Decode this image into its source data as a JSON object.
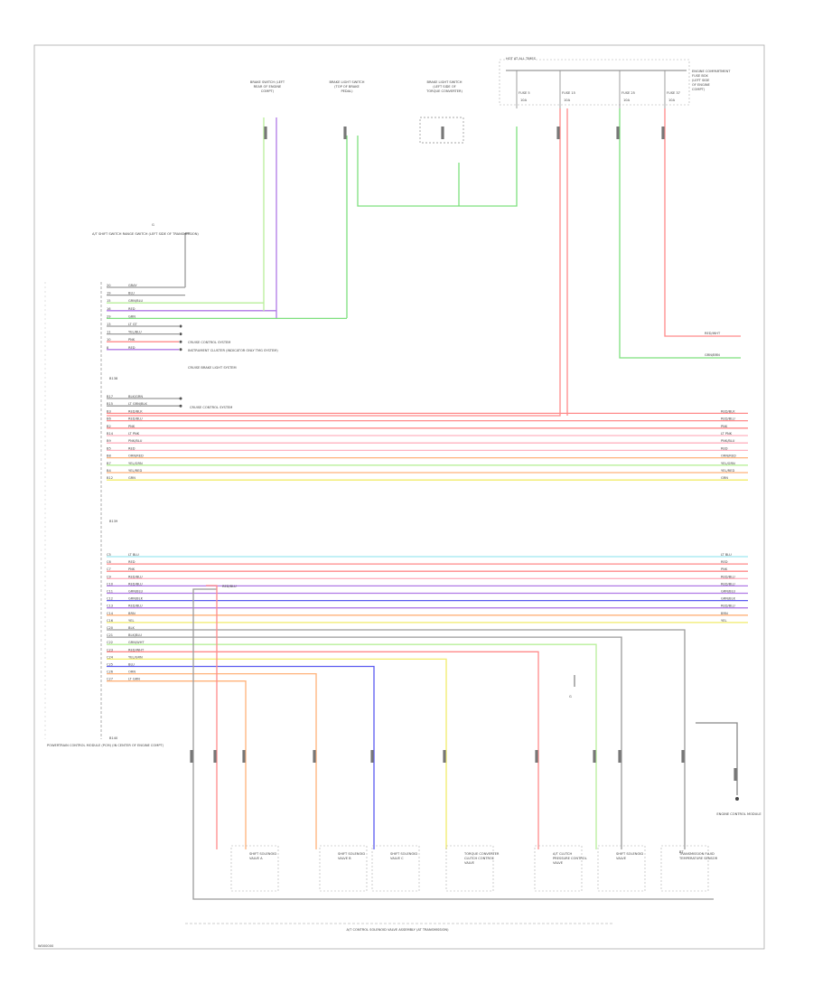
{
  "page": {
    "id_label": "W000000"
  },
  "colors": {
    "red": "#ff8a8a",
    "pink": "#ffb3c1",
    "green": "#7ee07e",
    "lightgreen": "#b8ef9a",
    "violet": "#b07ae6",
    "blue": "#5a5af0",
    "cyan": "#9de8f0",
    "yellow": "#f2ec6a",
    "orange": "#ffb27a",
    "gray": "#9a9a9a",
    "black": "#444444"
  },
  "fuse_box": {
    "title": "HOT AT ALL TIMES",
    "fuses": [
      {
        "name": "FUSE 5",
        "rating": "10A"
      },
      {
        "name": "FUSE 15",
        "rating": "10A"
      },
      {
        "name": "FUSE 25",
        "rating": "10A"
      },
      {
        "name": "FUSE 37",
        "rating": "10A"
      }
    ],
    "side_label": "ENGINE COMPARTMENT FUSE BOX (LEFT SIDE OF ENGINE COMPT)"
  },
  "top_components": [
    {
      "label": "BRAKE SWITCH (LEFT REAR OF ENGINE COMPT)"
    },
    {
      "label": "BRAKE LIGHT SWITCH (TOP OF BRAKE PEDAL)"
    },
    {
      "label": "BRAKE LIGHT SWITCH (LEFT SIDE OF TORQUE CONVERTER)"
    }
  ],
  "g_label": "G",
  "aux_connector": {
    "label": "A/T SHIFT SWITCH RANGE SWITCH (LEFT SIDE OF TRANSMISSION)"
  },
  "module": {
    "label": "POWERTRAIN CONTROL MODULE (PCM) (IN CENTER OF ENGINE COMPT)",
    "connectors": [
      "B138",
      "B139",
      "B140"
    ]
  },
  "annotations": {
    "cruise1": "CRUISE CONTROL SYSTEM",
    "instrument": "INSTRUMENT CLUSTER (INDICATOR ONLY TMG SYSTEM)",
    "cruise_brake": "CRUISE BRAKE LIGHT SYSTEM",
    "cruise2": "CRUISE CONTROL SYSTEM"
  },
  "wires_group1": [
    {
      "pin": "20",
      "color": "GRAY",
      "code": "gray"
    },
    {
      "pin": "19",
      "color": "BLU",
      "code": "gray"
    },
    {
      "pin": "15",
      "color": "GRN/BLU",
      "code": "lightgreen"
    },
    {
      "pin": "16",
      "color": "RED",
      "code": "violet"
    },
    {
      "pin": "29",
      "color": "GRN",
      "code": "green"
    },
    {
      "pin": "13",
      "color": "LT GT",
      "code": "gray"
    },
    {
      "pin": "11",
      "color": "YEL/BLU",
      "code": "gray"
    },
    {
      "pin": "10",
      "color": "PNK",
      "code": "red"
    },
    {
      "pin": "8",
      "color": "RED",
      "code": "violet"
    }
  ],
  "wires_group2": [
    {
      "pin": "B17",
      "color": "BLK/GRN",
      "code": "gray"
    },
    {
      "pin": "B15",
      "color": "LT GRN/BLK",
      "code": "gray"
    },
    {
      "pin": "B3",
      "color": "RED/BLK",
      "code": "red",
      "end": "RED/BLK"
    },
    {
      "pin": "B6",
      "color": "RED/BLU",
      "code": "red",
      "end": "RED/BLU"
    },
    {
      "pin": "B2",
      "color": "PNK",
      "code": "red",
      "end": "PNK"
    },
    {
      "pin": "B14",
      "color": "LT PNK",
      "code": "pink",
      "end": "LT PNK"
    },
    {
      "pin": "B9",
      "color": "PNK/BLU",
      "code": "pink",
      "end": "PNK/BLU"
    },
    {
      "pin": "B5",
      "color": "RED",
      "code": "pink",
      "end": "RED"
    },
    {
      "pin": "B8",
      "color": "ORN/RED",
      "code": "orange",
      "end": "ORN/RED"
    },
    {
      "pin": "B7",
      "color": "YEL/GRN",
      "code": "lightgreen",
      "end": "YEL/GRN"
    },
    {
      "pin": "B4",
      "color": "YEL/RED",
      "code": "orange",
      "end": "YEL/RED"
    },
    {
      "pin": "B12",
      "color": "GRN",
      "code": "yellow",
      "end": "GRN"
    }
  ],
  "wires_group3": [
    {
      "pin": "C5",
      "color": "LT BLU",
      "code": "cyan",
      "end": "LT BLU"
    },
    {
      "pin": "C6",
      "color": "RED",
      "code": "red",
      "end": "RED"
    },
    {
      "pin": "C7",
      "color": "PNK",
      "code": "red",
      "end": "PNK"
    },
    {
      "pin": "C9",
      "color": "RED/BLU",
      "code": "pink",
      "end": "RED/BLU"
    },
    {
      "pin": "C10",
      "color": "RED/BLU",
      "code": "violet",
      "end": "RED/BLU"
    },
    {
      "pin": "C11",
      "color": "GRN/BLU",
      "code": "violet",
      "end": "GRN/BLU"
    },
    {
      "pin": "C12",
      "color": "GRN/BLK",
      "code": "blue",
      "end": "GRN/BLK"
    },
    {
      "pin": "C13",
      "color": "RED/BLU",
      "code": "violet",
      "end": "RED/BLU"
    },
    {
      "pin": "C14",
      "color": "BRN",
      "code": "orange",
      "end": "BRN"
    },
    {
      "pin": "C16",
      "color": "YEL",
      "code": "yellow",
      "end": "YEL"
    },
    {
      "pin": "C20",
      "color": "BLK",
      "code": "gray"
    },
    {
      "pin": "C21",
      "color": "BLK/BLU",
      "code": "gray"
    },
    {
      "pin": "C22",
      "color": "GRN/WHT",
      "code": "lightgreen"
    },
    {
      "pin": "C23",
      "color": "RED/WHT",
      "code": "red"
    },
    {
      "pin": "C24",
      "color": "YEL/GRN",
      "code": "yellow"
    },
    {
      "pin": "C25",
      "color": "BLU",
      "code": "blue"
    },
    {
      "pin": "C26",
      "color": "ORN",
      "code": "orange"
    },
    {
      "pin": "C27",
      "color": "LT GRN",
      "code": "orange"
    }
  ],
  "bottom_components": [
    {
      "label": "SHIFT SOLENOID VALVE A"
    },
    {
      "label": "SHIFT SOLENOID VALVE B"
    },
    {
      "label": "SHIFT SOLENOID VALVE C"
    },
    {
      "label": "TORQUE CONVERTER CLUTCH CONTROL VALVE"
    },
    {
      "label": "A/T CLUTCH PRESSURE CONTROL VALVE"
    },
    {
      "label": "SHIFT SOLENOID VALVE"
    },
    {
      "label": "TRANSMISSION FLUID TEMPERATURE SENSOR"
    }
  ],
  "bottom_module": "A/T CONTROL SOLENOID VALVE ASSEMBLY (AT TRANSMISSION)",
  "ground_right": "ENGINE CONTROL MODULE",
  "bt": "BT",
  "mid_label": "C11",
  "ground_mid": "G"
}
